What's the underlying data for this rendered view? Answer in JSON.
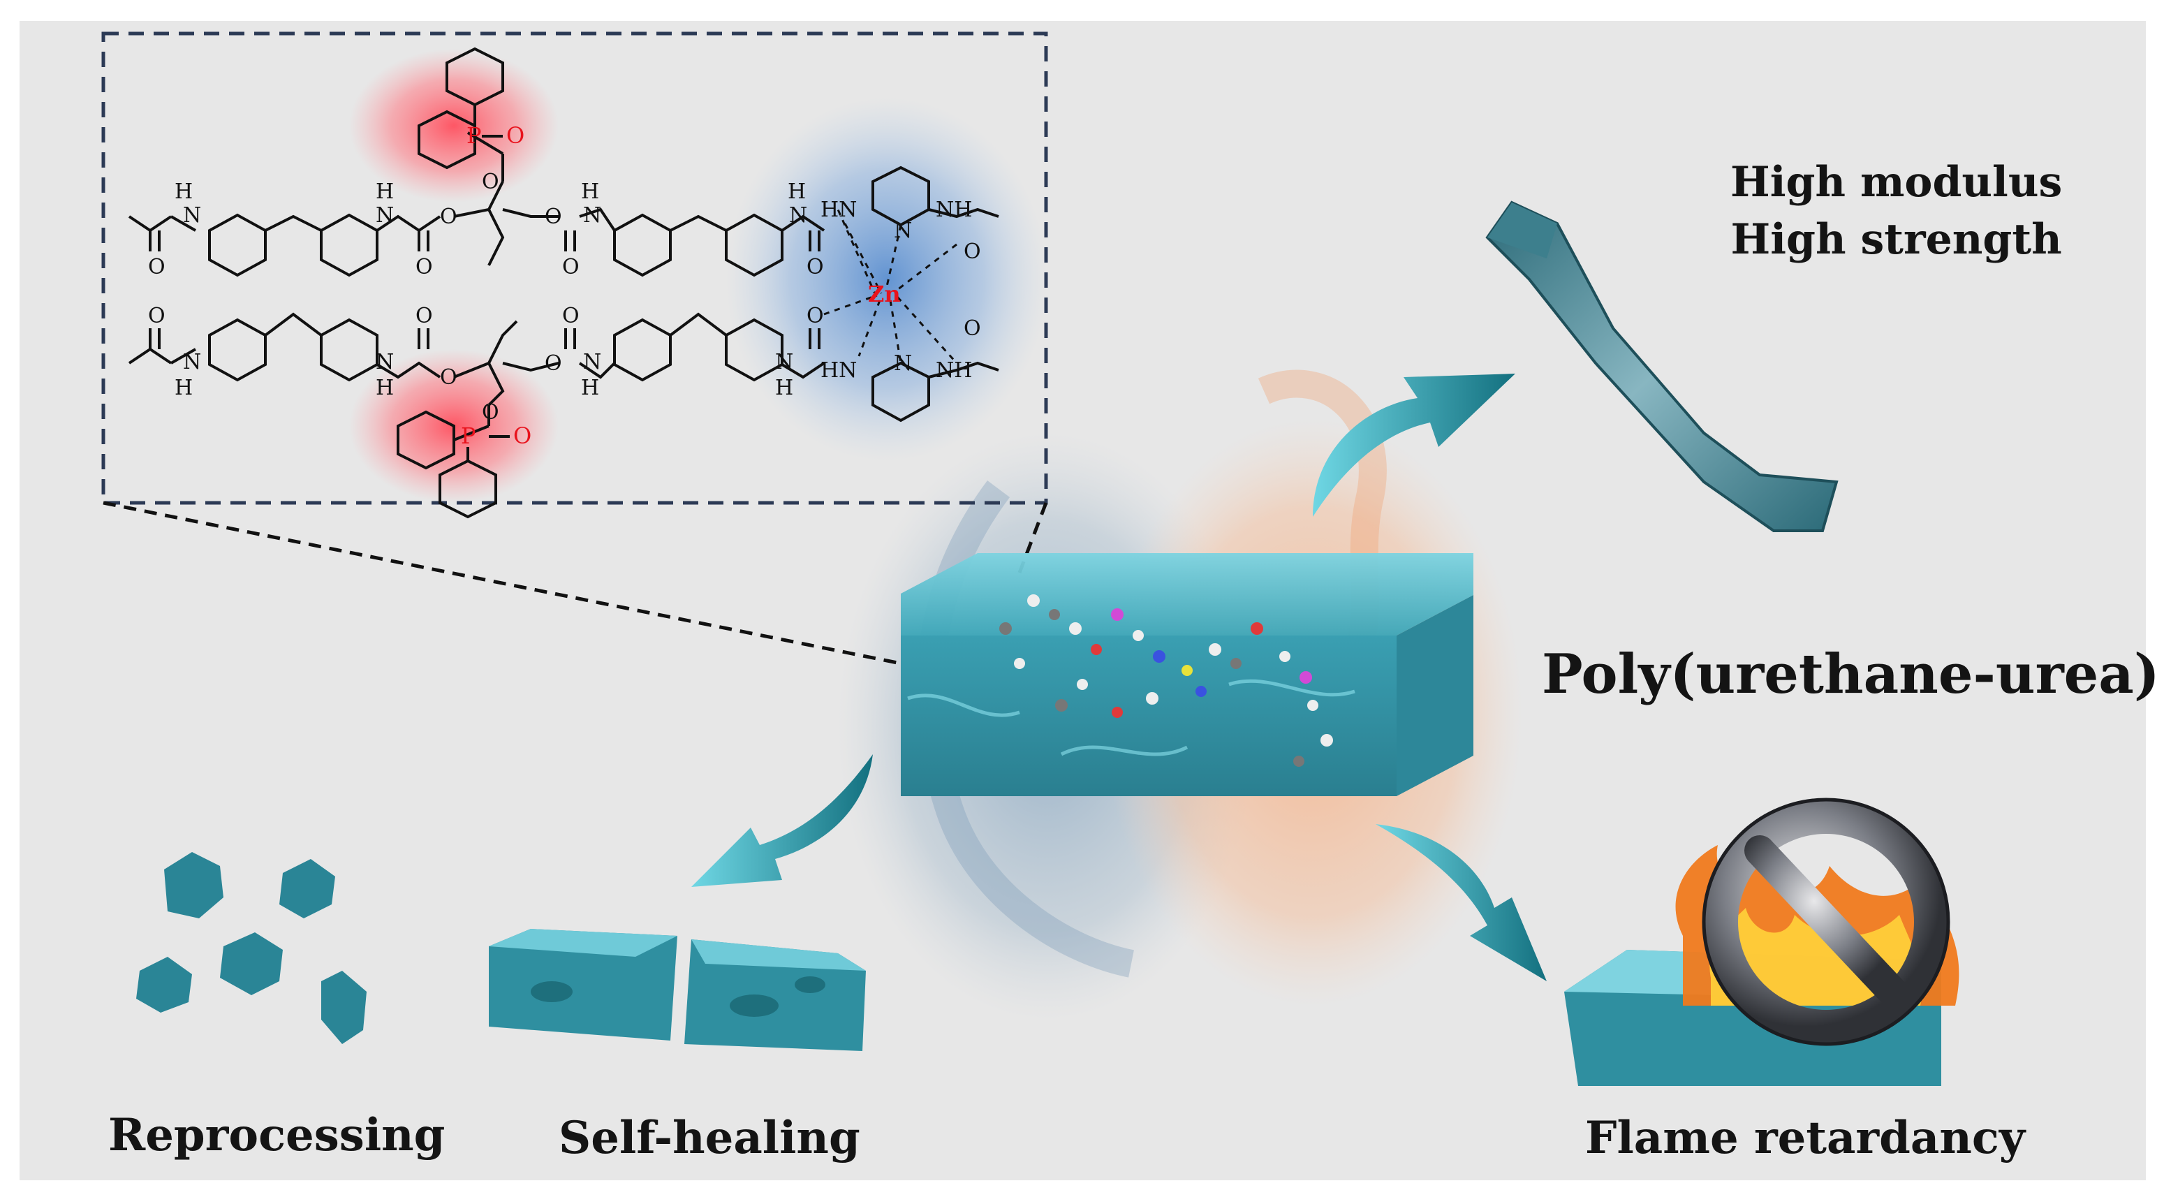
{
  "title": "Poly(urethane-urea)",
  "properties": {
    "mechanical_line1": "High modulus",
    "mechanical_line2": "High strength",
    "reprocessing": "Reprocessing",
    "self_healing": "Self-healing",
    "flame_retardancy": "Flame retardancy"
  },
  "structure": {
    "metal": "Zn",
    "phosphorus": "P",
    "oxygen": "O",
    "nitrogen": "N",
    "hydrogen": "H",
    "amine": "HN",
    "amine_r": "NH"
  },
  "colors": {
    "background": "#e7e7e7",
    "teal": "#2f8fa0",
    "teal_dark": "#1e6f7c",
    "teal_light": "#5cc1d1",
    "highlight_red": "#ff4f5e",
    "highlight_blue": "#6b9fd4",
    "zn_red": "#e8121c",
    "flame_orange": "#f07a1e"
  }
}
